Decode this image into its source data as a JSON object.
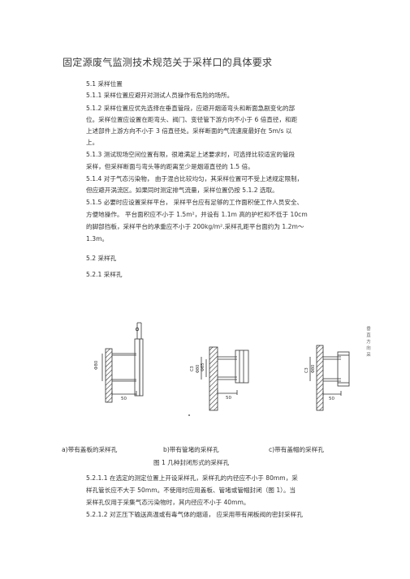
{
  "title": "固定源废气监测技术规范关于采样口的具体要求",
  "lines": [
    "5.1      采样位置",
    "5.1.1    采样位置应避开对测试人员操作有危险的场所。",
    "5.1.2    采样位置应优先选择在垂直管段，应避开烟道弯头和断面急剧变化的部",
    "位。采样位置应设置在距弯头、阀门、变径管下游方向不小于          6  倍直径，和距",
    "上述部件上游方向不小于       3  倍直径处。采样断面的气流速度最好在         5m/s  以",
    "上。",
    "5.1.3    测试现场空间位置有限，很难满足上述要求时，可选择比较适宜的管段",
    "采样，但采样断面与弯头等的距离至少是烟道直径的          1.5  倍。",
    "5.1.4    对于气态污染物，    由于混合比较均匀，其采样位置可不受上述规定限制，",
    "但应避开涡流区。如果同时测定排气流量，采样位置仍按          5.1.2  选取。",
    "5.1.5    必要时应设置采样平台，    采样平台应有足够的工作面积使工作人员安全、",
    "方便地操作。  平台面积应不小于     1.5m²，并设有   1.1m  高的护栏和不低于     10cm",
    "的脚部挡板，采样平台的承重应不小于        200kg/m².采样孔距平台面约为     1.2m～",
    "1.3m。",
    "5.2      采样孔",
    "5.2.1    采样孔"
  ],
  "figure": {
    "side_note": "垂直方向采",
    "dims": [
      "Φ80",
      "50",
      "Φ80",
      "Φ65",
      "C3",
      "50",
      "C3",
      "Φ80",
      "50"
    ],
    "sub_captions": [
      "a)带有盖板的采样孔",
      "b)带有管堵的采样孔",
      "c)带有盖帽的采样孔"
    ],
    "caption": "图  1    几种封闭形式的采样孔"
  },
  "tail_lines": [
    "5.2.1.1    在选定的测定位置上开设采样孔，采样孔的内径应不小于          80mm，采",
    "样孔管长应不大于      50mm。不使用时应用盖板、管堵或管帽封闭（图           1）。当",
    "采样孔仅用于采集气态污染物时，其内径应不小于          40mm。",
    "5.2.1.2    对正压下输送高温或有毒气体的烟道，    应采用带有闸板阀的密封采样孔"
  ]
}
